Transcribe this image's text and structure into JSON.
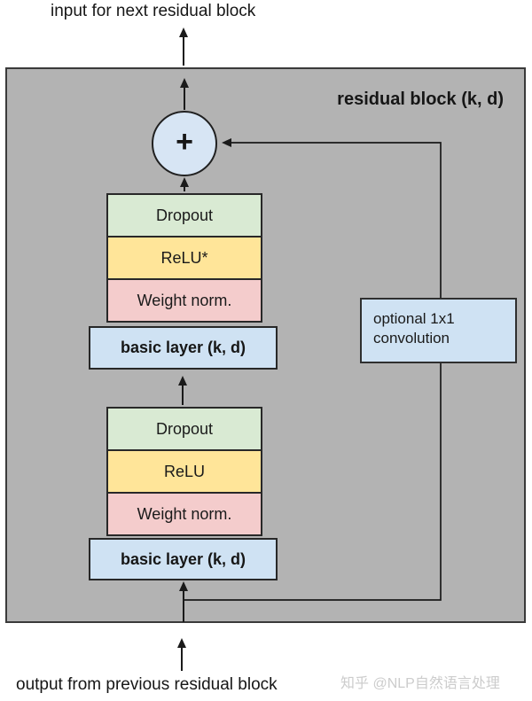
{
  "diagram": {
    "top_label": "input for next residual block",
    "bottom_label": "output from previous residual block",
    "block_title": "residual block (k, d)",
    "plus_symbol": "+",
    "upper_stack": [
      {
        "label": "Dropout",
        "color": "#d9ead3"
      },
      {
        "label": "ReLU*",
        "color": "#ffe599"
      },
      {
        "label": "Weight norm.",
        "color": "#f4cccc"
      }
    ],
    "upper_basic_label": "basic layer (k, d)",
    "lower_stack": [
      {
        "label": "Dropout",
        "color": "#d9ead3"
      },
      {
        "label": "ReLU",
        "color": "#ffe599"
      },
      {
        "label": "Weight norm.",
        "color": "#f4cccc"
      }
    ],
    "lower_basic_label": "basic layer (k, d)",
    "optional_conv": {
      "line1": "optional 1x1",
      "line2": "convolution"
    },
    "watermark": "知乎 @NLP自然语言处理"
  },
  "colors": {
    "background": "#ffffff",
    "residual_block_fill": "#b3b3b3",
    "basic_layer_fill": "#cfe2f3",
    "optional_conv_fill": "#cfe2f3",
    "plus_circle_fill": "#d7e5f4",
    "green": "#d9ead3",
    "yellow": "#ffe599",
    "pink": "#f4cccc",
    "line": "#1a1a1a",
    "watermark": "#cccccc"
  }
}
